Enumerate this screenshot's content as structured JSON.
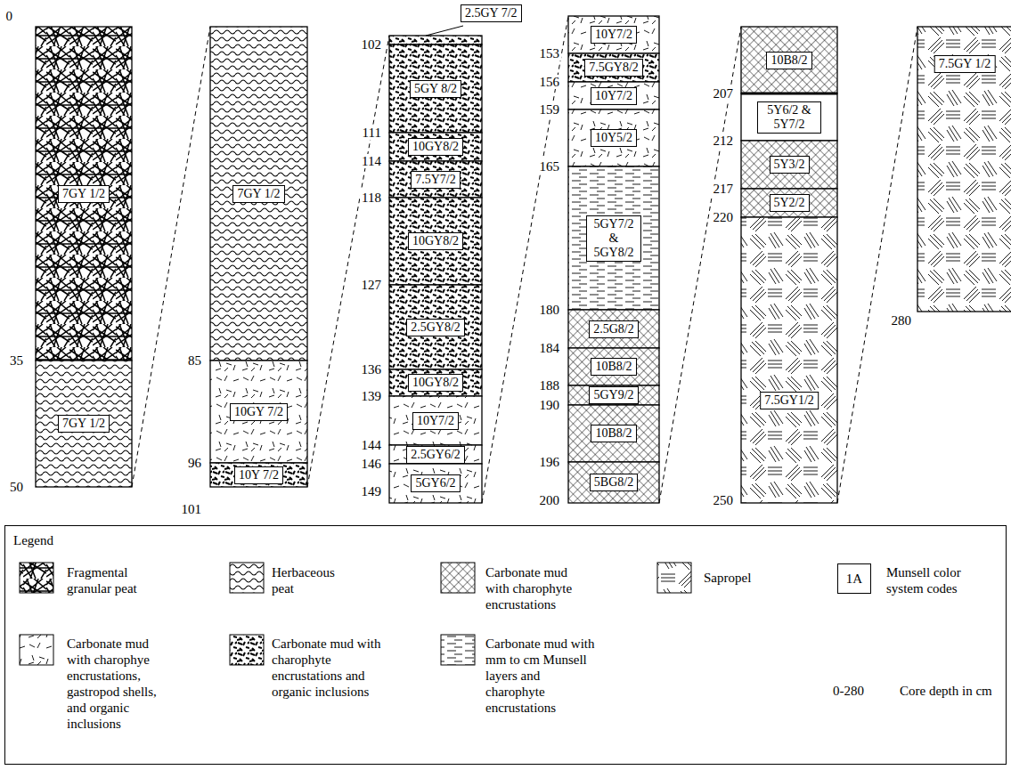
{
  "diagram": {
    "nodes": [
      {
        "text": [
          "7GY 1/2"
        ]
      },
      {
        "text": [
          "7GY 1/2"
        ]
      },
      {
        "text": [
          "7GY 1/2"
        ]
      },
      {
        "text": [
          "10GY 7/2"
        ]
      },
      {
        "text": [
          "10Y 7/2"
        ]
      },
      {
        "text": [
          "2.5GY 7/2"
        ]
      },
      {
        "text": [
          "5GY 8/2"
        ]
      },
      {
        "text": [
          "10GY8/2"
        ]
      },
      {
        "text": [
          "7.5Y7/2"
        ]
      },
      {
        "text": [
          "10GY8/2"
        ]
      },
      {
        "text": [
          "2.5GY8/2"
        ]
      },
      {
        "text": [
          "10GY8/2"
        ]
      },
      {
        "text": [
          "10Y7/2"
        ]
      },
      {
        "text": [
          "2.5GY6/2"
        ]
      },
      {
        "text": [
          "5GY6/2"
        ]
      },
      {
        "text": [
          "10Y7/2"
        ]
      },
      {
        "text": [
          "7.5GY8/2"
        ]
      },
      {
        "text": [
          "10Y7/2"
        ]
      },
      {
        "text": [
          "10Y5/2"
        ]
      },
      {
        "text": [
          "5GY7/2 & 5GY8/2"
        ]
      },
      {
        "text": [
          "2.5G8/2"
        ]
      },
      {
        "text": [
          "10B8/2"
        ]
      },
      {
        "text": [
          "5GY9/2"
        ]
      },
      {
        "text": [
          "10B8/2"
        ]
      },
      {
        "text": [
          "5BG8/2"
        ]
      },
      {
        "text": [
          "10B8/2"
        ]
      },
      {
        "text": [
          "5Y6/2 & 5Y7/2"
        ]
      },
      {
        "text": [
          "5Y3/2"
        ]
      },
      {
        "text": [
          "5Y2/2"
        ]
      },
      {
        "text": [
          "7.5GY1/2"
        ]
      },
      {
        "text": [
          "7.5GY 1/2"
        ]
      }
    ],
    "labels": [
      "0",
      "35",
      "50",
      "85",
      "96",
      "101",
      "102",
      "111",
      "114",
      "118",
      "127",
      "136",
      "139",
      "144",
      "146",
      "149",
      "153",
      "156",
      "159",
      "165",
      "180",
      "184",
      "188",
      "190",
      "196",
      "200",
      "207",
      "212",
      "217",
      "220",
      "250",
      "280",
      "Legend",
      "1A",
      "0-280"
    ],
    "legend": [
      {
        "text": "Fragmental granular peat"
      },
      {
        "text": "Herbaceous peat"
      },
      {
        "text": "Carbonate mud with charophyte encrustations"
      },
      {
        "text": "Sapropel"
      },
      {
        "text": "Munsell color system codes"
      },
      {
        "text": "Carbonate mud with charophye encrustations, gastropod shells, and organic inclusions"
      },
      {
        "text": "Carbonate mud with charophyte encrustations and organic inclusions"
      },
      {
        "text": "Carbonate mud with mm to cm Munsell layers and charophyte encrustations"
      },
      {
        "text": "Core depth in cm"
      }
    ]
  }
}
